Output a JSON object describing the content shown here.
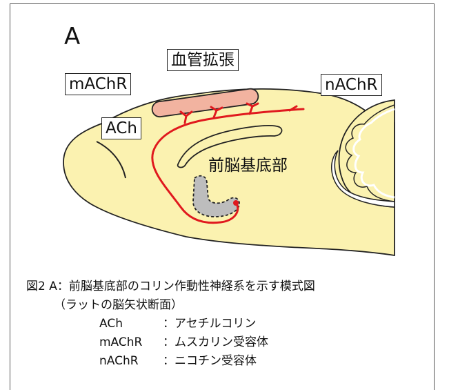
{
  "figure": {
    "panel_label": "A",
    "labels": {
      "vasodilation": "血管拡張",
      "machr": "mAChR",
      "nachr": "nAChR",
      "ach": "ACh",
      "basal_forebrain": "前脳基底部"
    },
    "colors": {
      "brain_fill": "#fbf2b0",
      "cholinergic_path": "#e0191e",
      "vessel": "#f2b3a0",
      "nucleus": "#bdbdbd"
    }
  },
  "caption": {
    "line1": "図2 A：前脳基底部のコリン作動性神経系を示す模式図",
    "line2": "（ラットの脳矢状断面）",
    "legend": [
      {
        "abbr": "ACh",
        "desc": "：アセチルコリン"
      },
      {
        "abbr": "mAChR",
        "desc": "：ムスカリン受容体"
      },
      {
        "abbr": "nAChR",
        "desc": "：ニコチン受容体"
      }
    ]
  }
}
